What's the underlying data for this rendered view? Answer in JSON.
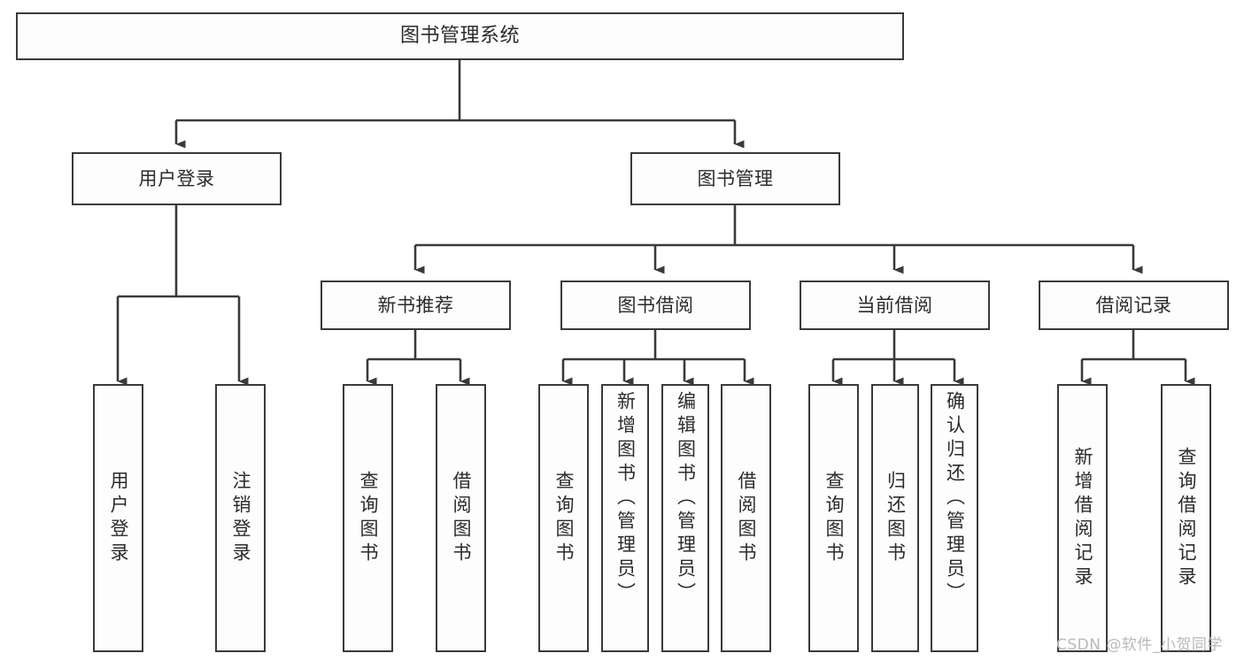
{
  "diagram": {
    "title": "图书管理系统",
    "type": "functional-structure-tree",
    "orientation": "top-down",
    "watermark": "CSDN @软件_小贺同学",
    "colors": {
      "background": "#ffffff",
      "node_fill": "#fdfdfd",
      "node_border": "#3a3a3a",
      "edge": "#3a3a3a",
      "text": "#2b2b2b",
      "watermark": "#b9b9b9"
    },
    "nodes": {
      "root": {
        "label": "图书管理系统",
        "level": 0
      },
      "level1": [
        {
          "id": "user-login",
          "label": "用户登录"
        },
        {
          "id": "book-manage",
          "label": "图书管理"
        }
      ],
      "level2": [
        {
          "id": "new-book-rec",
          "label": "新书推荐",
          "parent": "book-manage"
        },
        {
          "id": "book-borrow",
          "label": "图书借阅",
          "parent": "book-manage"
        },
        {
          "id": "current-borrow",
          "label": "当前借阅",
          "parent": "book-manage"
        },
        {
          "id": "borrow-record",
          "label": "借阅记录",
          "parent": "book-manage"
        }
      ],
      "leaves": [
        {
          "id": "leaf-user-login",
          "label": "用户登录",
          "parent": "user-login"
        },
        {
          "id": "leaf-logout",
          "label": "注销登录",
          "parent": "user-login"
        },
        {
          "id": "leaf-query-book-1",
          "label": "查询图书",
          "parent": "new-book-rec"
        },
        {
          "id": "leaf-borrow-book-1",
          "label": "借阅图书",
          "parent": "new-book-rec"
        },
        {
          "id": "leaf-query-book-2",
          "label": "查询图书",
          "parent": "book-borrow"
        },
        {
          "id": "leaf-add-book",
          "label": "新增图书（管理员）",
          "parent": "book-borrow"
        },
        {
          "id": "leaf-edit-book",
          "label": "编辑图书（管理员）",
          "parent": "book-borrow"
        },
        {
          "id": "leaf-borrow-book-2",
          "label": "借阅图书",
          "parent": "book-borrow"
        },
        {
          "id": "leaf-query-book-3",
          "label": "查询图书",
          "parent": "current-borrow"
        },
        {
          "id": "leaf-return-book",
          "label": "归还图书",
          "parent": "current-borrow"
        },
        {
          "id": "leaf-confirm-return",
          "label": "确认归还（管理员）",
          "parent": "current-borrow"
        },
        {
          "id": "leaf-add-record",
          "label": "新增借阅记录",
          "parent": "borrow-record"
        },
        {
          "id": "leaf-query-record",
          "label": "查询借阅记录",
          "parent": "borrow-record"
        }
      ]
    }
  }
}
